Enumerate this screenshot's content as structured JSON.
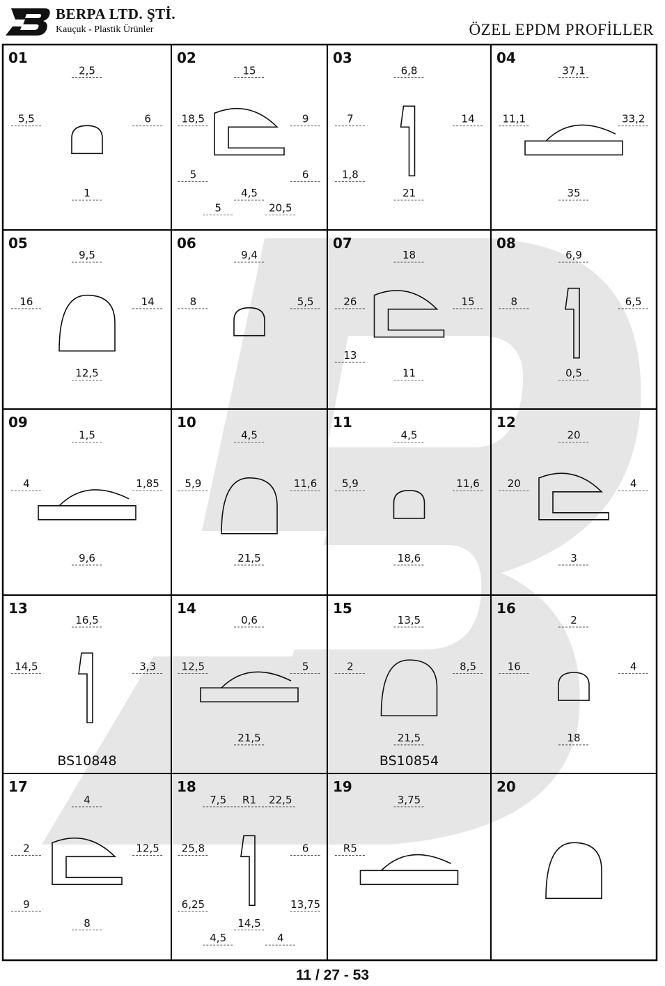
{
  "header": {
    "company": "BERPA LTD. ŞTİ.",
    "tagline": "Kauçuk - Plastik Ürünler",
    "title": "ÖZEL EPDM PROFİLLER",
    "logo_icon": "berpa-logo-icon",
    "watermark_icon": "berpa-watermark-icon"
  },
  "footer": {
    "page": "11 / 27 - 53"
  },
  "colors": {
    "ink": "#111111",
    "dim": "#333333",
    "watermark": "#e6e6e6",
    "border": "#000000"
  },
  "profiles": [
    {
      "id": "01",
      "dims": [
        "2,5",
        "5,5",
        "6",
        "1"
      ]
    },
    {
      "id": "02",
      "dims": [
        "15",
        "18,5",
        "9",
        "4,5",
        "5",
        "6",
        "5",
        "20,5"
      ]
    },
    {
      "id": "03",
      "dims": [
        "6,8",
        "7",
        "14",
        "21",
        "1,8"
      ]
    },
    {
      "id": "04",
      "dims": [
        "37,1",
        "11,1",
        "33,2",
        "35"
      ]
    },
    {
      "id": "05",
      "dims": [
        "9,5",
        "16",
        "14",
        "12,5"
      ]
    },
    {
      "id": "06",
      "dims": [
        "9,4",
        "8",
        "5,5"
      ]
    },
    {
      "id": "07",
      "dims": [
        "18",
        "26",
        "15",
        "11",
        "13"
      ]
    },
    {
      "id": "08",
      "dims": [
        "6,9",
        "8",
        "6,5",
        "0,5"
      ]
    },
    {
      "id": "09",
      "dims": [
        "1,5",
        "4",
        "1,85",
        "9,6"
      ]
    },
    {
      "id": "10",
      "dims": [
        "4,5",
        "5,9",
        "11,6",
        "21,5"
      ]
    },
    {
      "id": "11",
      "dims": [
        "4,5",
        "5,9",
        "11,6",
        "18,6"
      ]
    },
    {
      "id": "12",
      "dims": [
        "20",
        "20",
        "4",
        "3"
      ]
    },
    {
      "id": "13",
      "dims": [
        "16,5",
        "14,5",
        "3,3"
      ],
      "code": "BS10848"
    },
    {
      "id": "14",
      "dims": [
        "0,6",
        "12,5",
        "5",
        "21,5"
      ]
    },
    {
      "id": "15",
      "dims": [
        "13,5",
        "2",
        "8,5",
        "21,5"
      ],
      "code": "BS10854"
    },
    {
      "id": "16",
      "dims": [
        "2",
        "16",
        "4",
        "18"
      ]
    },
    {
      "id": "17",
      "dims": [
        "4",
        "2",
        "12,5",
        "8",
        "9"
      ]
    },
    {
      "id": "18",
      "dims": [
        "R1",
        "25,8",
        "6",
        "14,5",
        "6,25",
        "13,75",
        "4,5",
        "4",
        "7,5",
        "22,5"
      ]
    },
    {
      "id": "19",
      "dims": [
        "3,75",
        "R5"
      ]
    },
    {
      "id": "20",
      "dims": []
    }
  ]
}
